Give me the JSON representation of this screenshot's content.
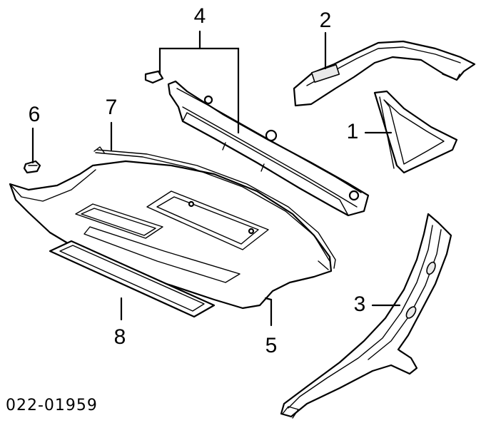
{
  "diagram": {
    "diagram_code": "022-01959",
    "callouts": [
      {
        "id": "1",
        "label": "1"
      },
      {
        "id": "2",
        "label": "2"
      },
      {
        "id": "3",
        "label": "3"
      },
      {
        "id": "4",
        "label": "4"
      },
      {
        "id": "5",
        "label": "5"
      },
      {
        "id": "6",
        "label": "6"
      },
      {
        "id": "7",
        "label": "7"
      },
      {
        "id": "8",
        "label": "8"
      }
    ],
    "colors": {
      "line": "#000000",
      "background": "#ffffff",
      "shading": "#e9e9e9"
    }
  }
}
